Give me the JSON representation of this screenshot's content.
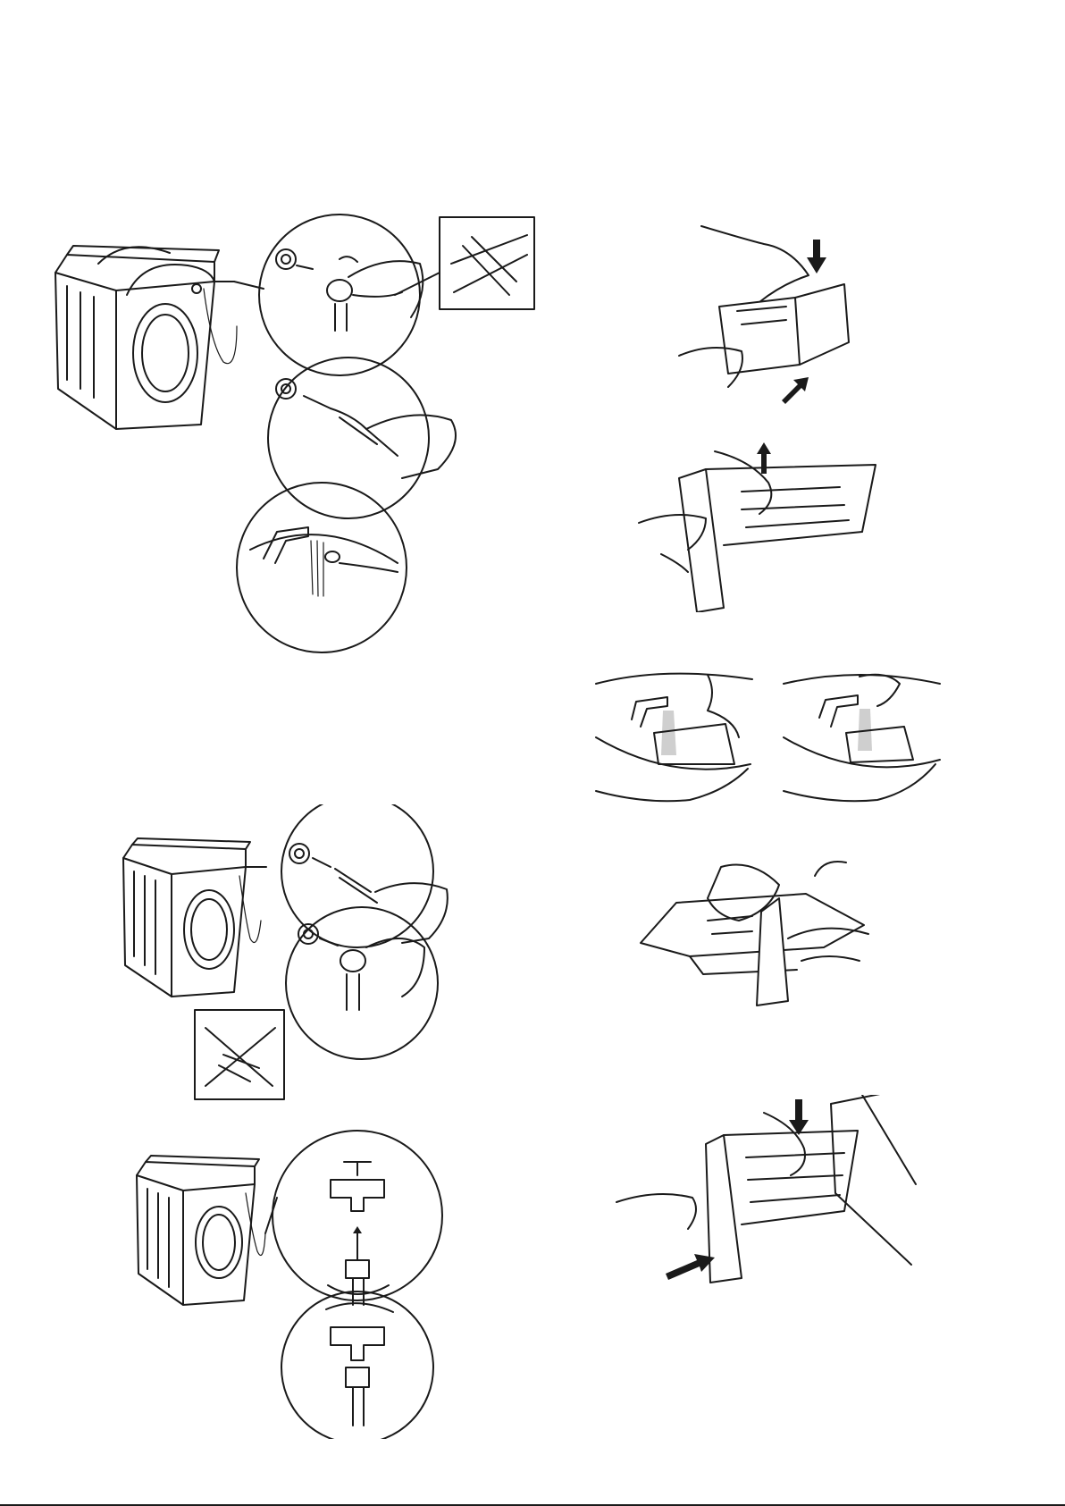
{
  "document": {
    "type": "illustration-sheet",
    "text_blocks": []
  },
  "figures": {
    "filter_removal": [
      "washing-machine-rear",
      "unscrew-inlet-filter",
      "pliers-not-allowed",
      "pull-filter-with-pliers",
      "rinse-filter-under-tap"
    ],
    "filter_refit": [
      "washing-machine-rear",
      "insert-filter-with-pliers",
      "screw-inlet-hose",
      "pliers-not-allowed"
    ],
    "tap_connection": [
      "washing-machine-rear",
      "connect-hose-to-tap",
      "tighten-connector"
    ],
    "dispenser_cleaning": [
      "press-release-pull-drawer",
      "lift-siphon-cap",
      "rinse-parts-under-tap",
      "brush-clean-drawer",
      "reinsert-drawer"
    ]
  },
  "icons": {
    "arrow": "arrow-icon",
    "cross": "cross-icon"
  }
}
